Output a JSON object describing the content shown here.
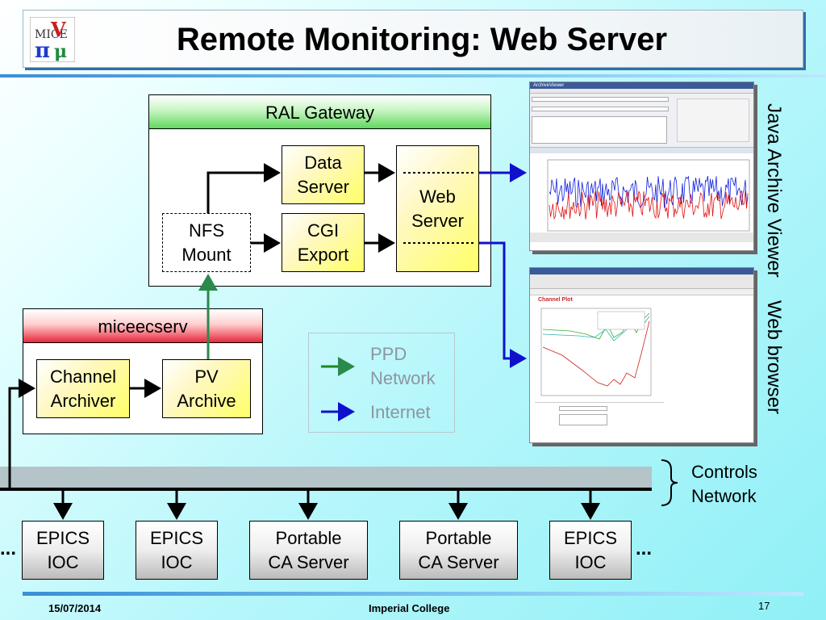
{
  "slide": {
    "title": "Remote Monitoring: Web Server",
    "footer_date": "15/07/2014",
    "footer_center": "Imperial College",
    "page_number": "17"
  },
  "ral": {
    "header": "RAL Gateway",
    "data_server": [
      "Data",
      "Server"
    ],
    "cgi_export": [
      "CGI",
      "Export"
    ],
    "web_server": [
      "Web",
      "Server"
    ],
    "nfs_mount": [
      "NFS",
      "Mount"
    ]
  },
  "mice": {
    "header": "miceecserv",
    "channel_archiver": [
      "Channel",
      "Archiver"
    ],
    "pv_archive": [
      "PV",
      "Archive"
    ]
  },
  "legend": {
    "ppd": [
      "PPD",
      "Network"
    ],
    "internet": "Internet",
    "ppd_color": "#1a8a1a",
    "internet_color": "#1010cc"
  },
  "side_labels": {
    "java_archive_viewer": "Java Archive Viewer",
    "web_browser": "Web browser",
    "controls_network": [
      "Controls",
      "Network"
    ]
  },
  "iocs": [
    [
      "EPICS",
      "IOC"
    ],
    [
      "EPICS",
      "IOC"
    ],
    [
      "Portable",
      "CA Server"
    ],
    [
      "Portable",
      "CA Server"
    ],
    [
      "EPICS",
      "IOC"
    ]
  ],
  "ellipsis": "...",
  "screens": {
    "archive_viewer_title": "ArchiveViewer",
    "web_browser_title": "Channel Plot"
  }
}
